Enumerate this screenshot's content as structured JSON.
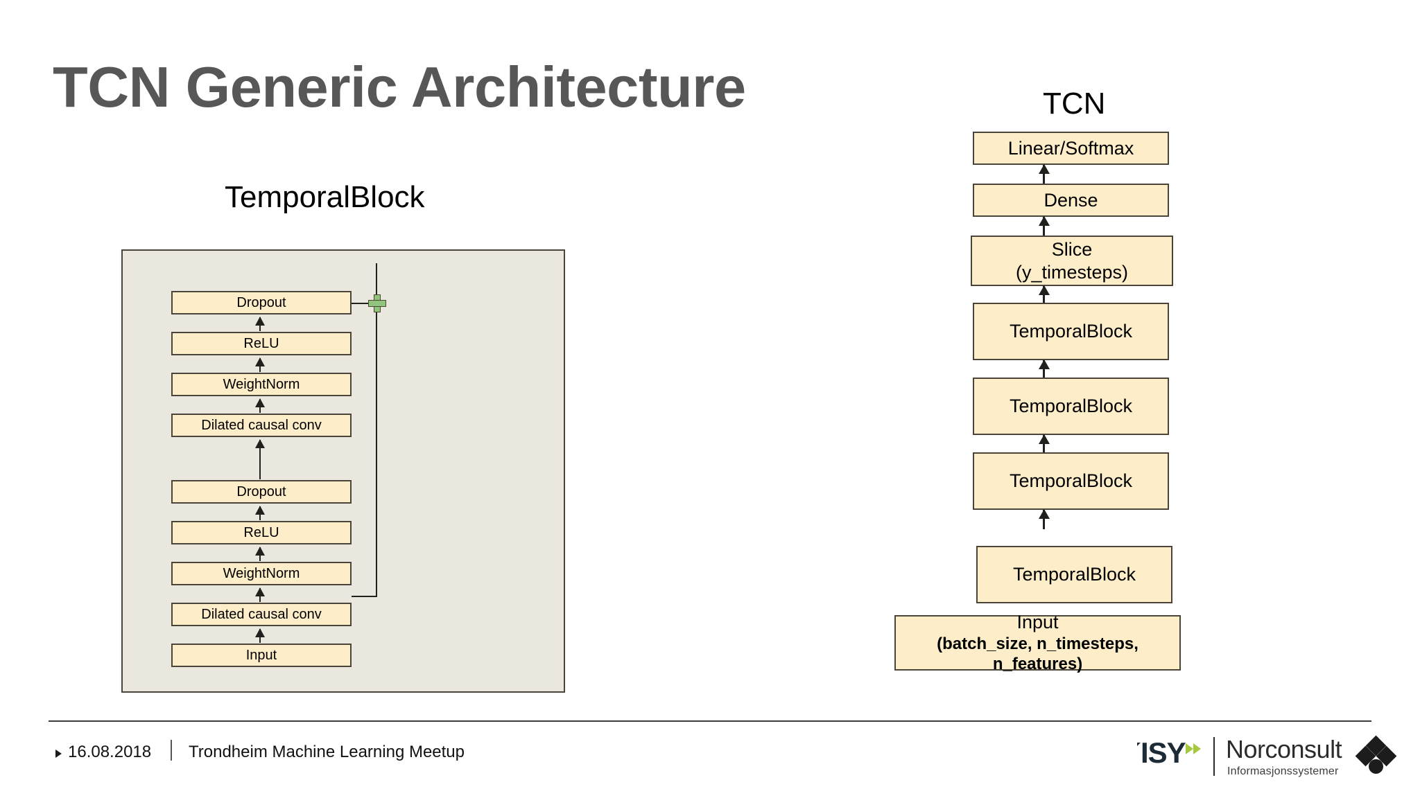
{
  "slide": {
    "title": "TCN Generic Architecture"
  },
  "left_panel": {
    "caption": "TemporalBlock",
    "operator_icon": "plus-icon",
    "boxes": [
      {
        "label": "Dropout"
      },
      {
        "label": "ReLU"
      },
      {
        "label": "WeightNorm"
      },
      {
        "label": "Dilated causal conv"
      },
      {
        "label": "Dropout"
      },
      {
        "label": "ReLU"
      },
      {
        "label": "WeightNorm"
      },
      {
        "label": "Dilated causal conv"
      },
      {
        "label": "Input"
      }
    ]
  },
  "right_panel": {
    "caption": "TCN",
    "boxes": [
      {
        "label": "Linear/Softmax",
        "sublabel": ""
      },
      {
        "label": "Dense",
        "sublabel": ""
      },
      {
        "label": "Slice",
        "sublabel": "(y_timesteps)"
      },
      {
        "label": "TemporalBlock",
        "sublabel": ""
      },
      {
        "label": "TemporalBlock",
        "sublabel": ""
      },
      {
        "label": "TemporalBlock",
        "sublabel": ""
      },
      {
        "label": "TemporalBlock",
        "sublabel": ""
      },
      {
        "label": "Input",
        "sublabel": "(batch_size, n_timesteps, n_features)"
      }
    ]
  },
  "footer": {
    "date": "16.08.2018",
    "event": "Trondheim Machine Learning Meetup"
  },
  "logo": {
    "isy": "ISY",
    "brand": "Norconsult",
    "tagline": "Informasjonssystemer"
  },
  "colors": {
    "title_gray": "#575757",
    "box_fill": "#fdeec9",
    "box_border": "#4a4438",
    "panel_fill": "#eae7de",
    "accent_green": "#92c47d",
    "logo_green": "#a5c93c"
  }
}
